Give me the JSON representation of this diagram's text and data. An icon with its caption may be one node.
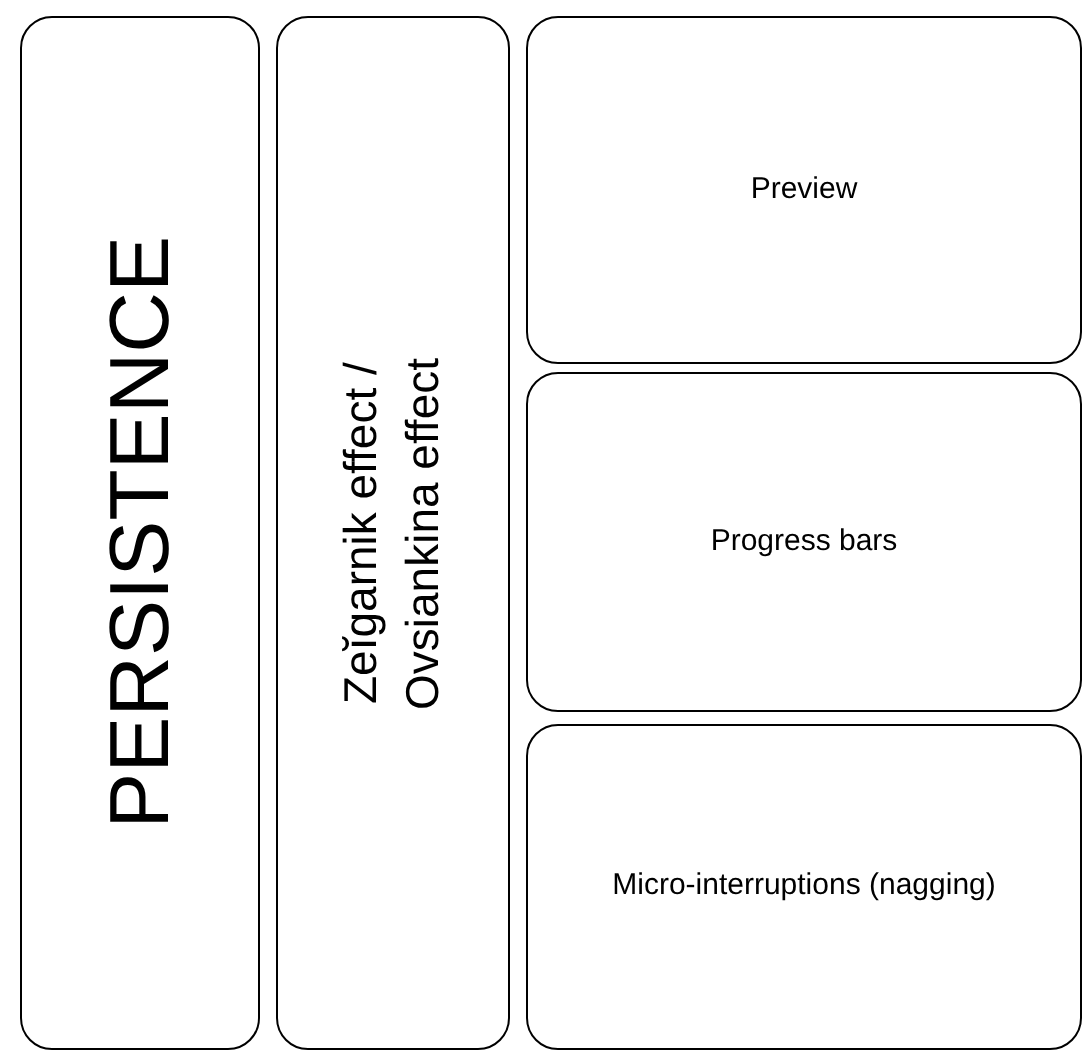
{
  "diagram": {
    "nodes": [
      {
        "text": [
          "PERSISTENCE"
        ]
      },
      {
        "text": [
          "Zeĭgarnik effect / Ovsiankina effect"
        ]
      },
      {
        "text": [
          "Preview"
        ]
      },
      {
        "text": [
          "Progress bars"
        ]
      },
      {
        "text": [
          "Micro-interruptions (nagging)"
        ]
      }
    ]
  }
}
